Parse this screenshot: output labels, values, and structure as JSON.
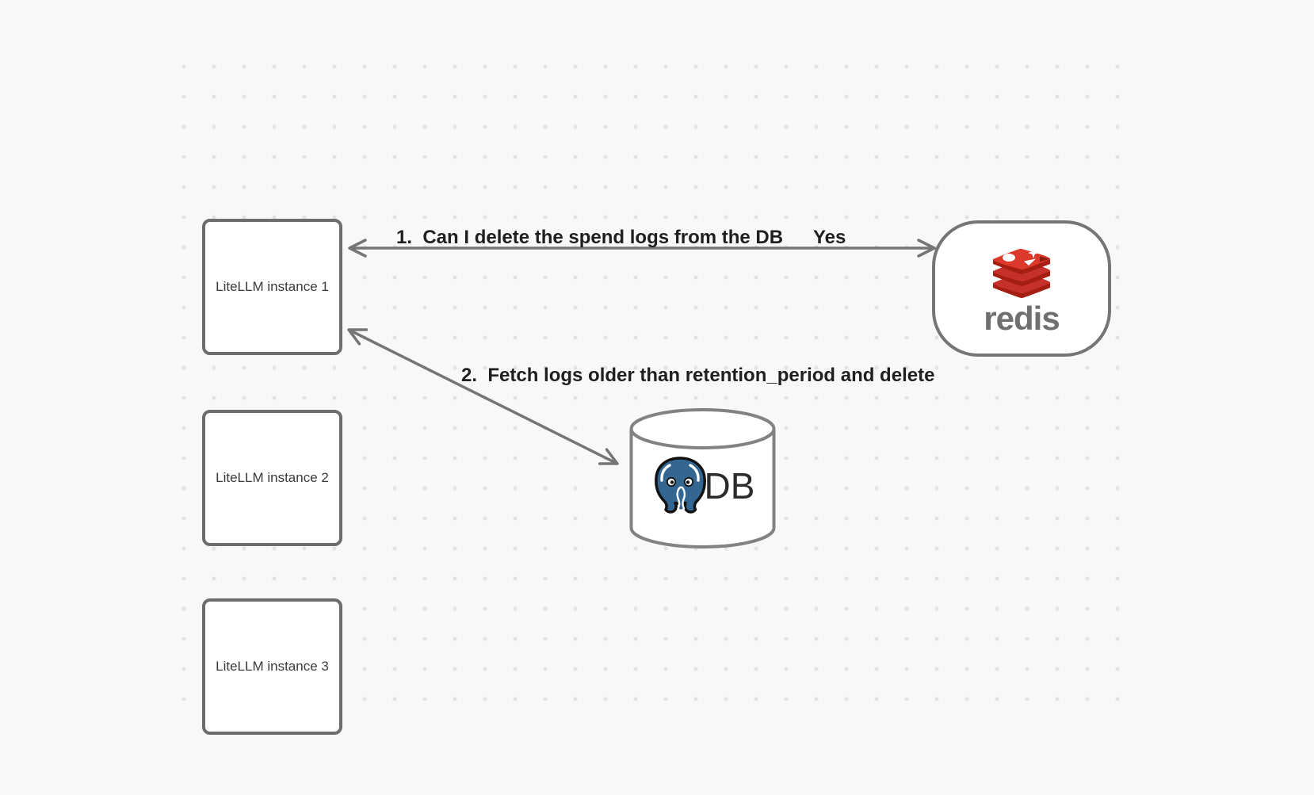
{
  "canvas": {
    "background": "#f8f8f8",
    "dot_color": "#e3e3e3",
    "stroke_color": "#757575"
  },
  "nodes": {
    "instances": [
      {
        "label": "LiteLLM instance 1"
      },
      {
        "label": "LiteLLM instance 2"
      },
      {
        "label": "LiteLLM instance 3"
      }
    ],
    "redis": {
      "label": "redis",
      "icon": "redis-logo-icon",
      "logo_red": "#dc382c",
      "logo_red_dark": "#a41e11",
      "wordmark_color": "#6f6f6f"
    },
    "db": {
      "label": "DB",
      "icon": "postgresql-elephant-icon",
      "postgres_blue": "#336791"
    }
  },
  "annotations": {
    "step1": "1.  Can I delete the spend logs from the DB",
    "step1_answer": "Yes",
    "step2": "2.  Fetch logs older than retention_period and delete"
  }
}
